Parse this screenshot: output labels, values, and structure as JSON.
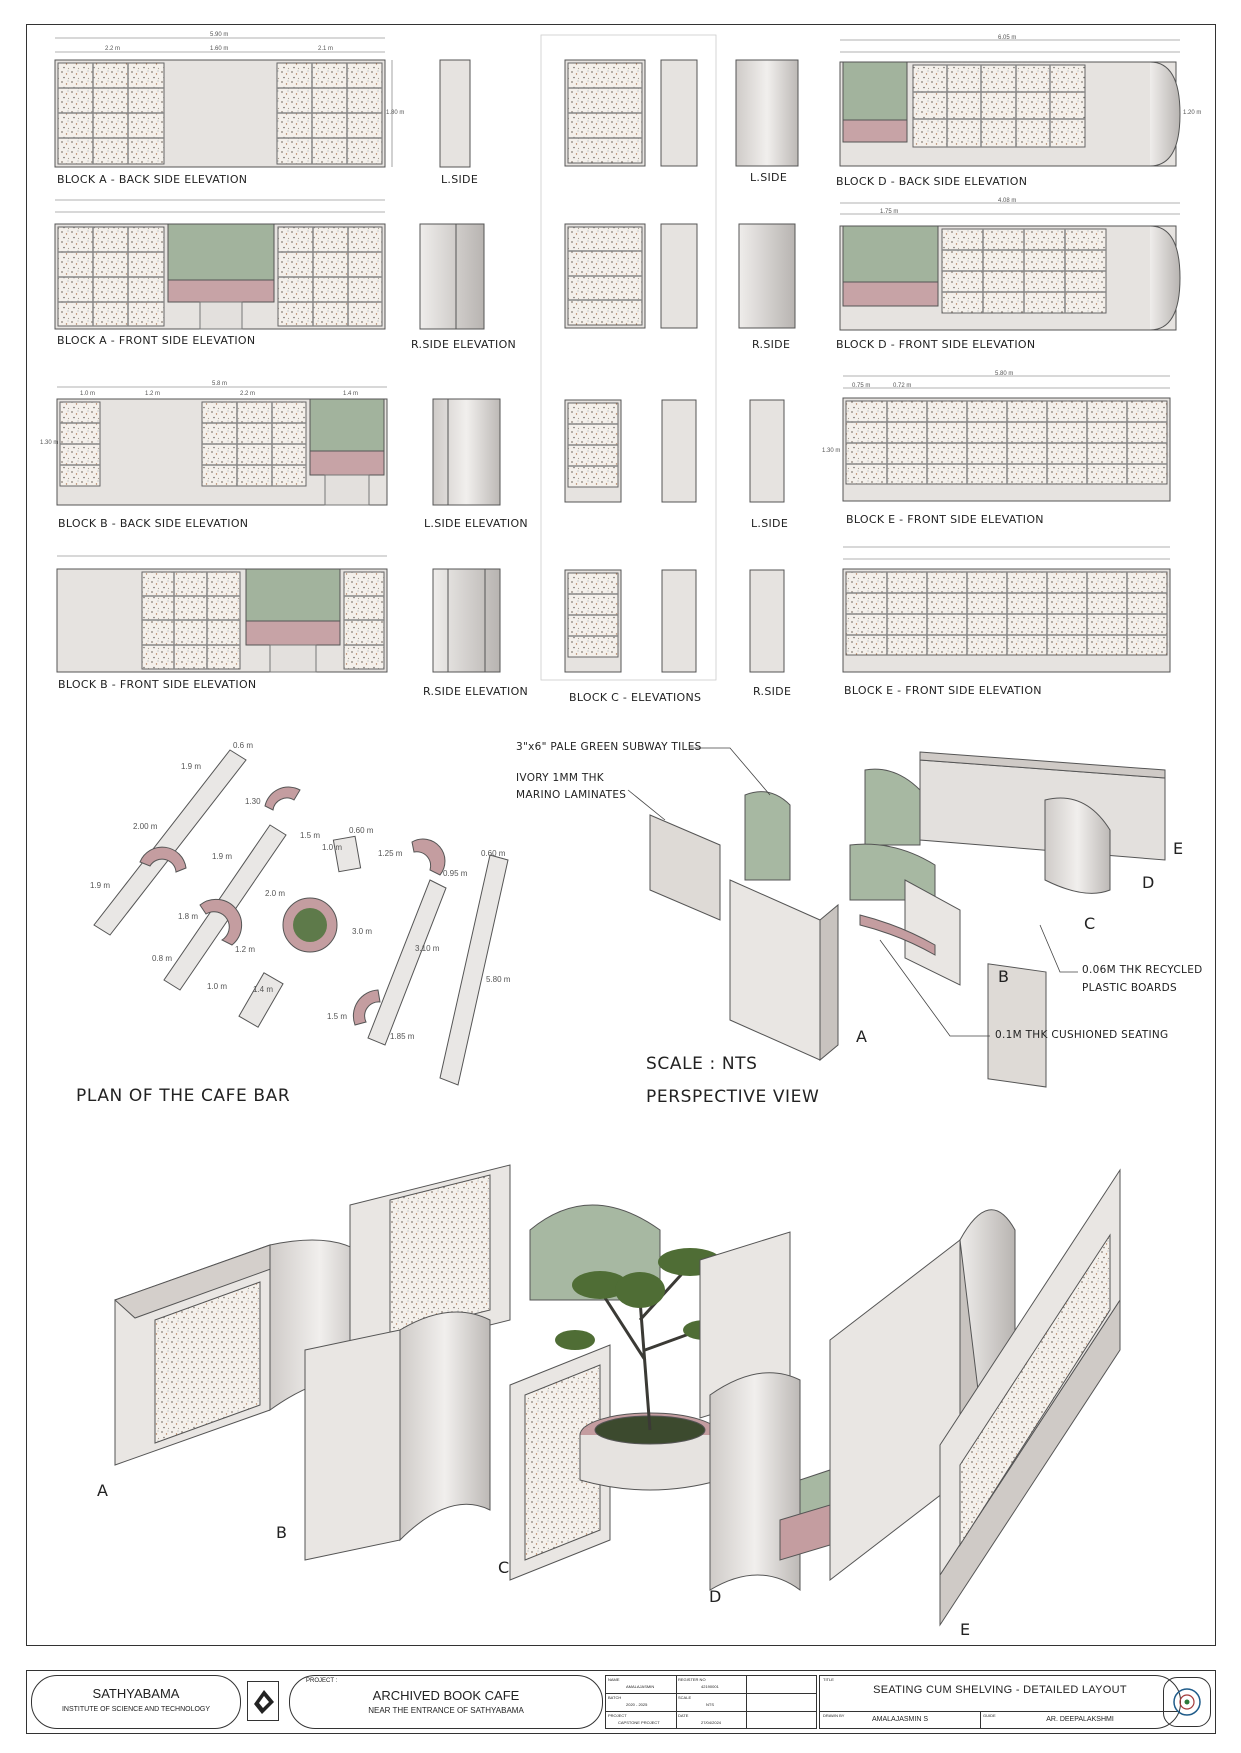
{
  "elevations": {
    "block_a_back": "BLOCK A - BACK SIDE ELEVATION",
    "block_a_front": "BLOCK A - FRONT SIDE ELEVATION",
    "block_b_back": "BLOCK B - BACK SIDE ELEVATION",
    "block_b_front": "BLOCK B - FRONT SIDE ELEVATION",
    "block_c": "BLOCK C - ELEVATIONS",
    "block_d_back": "BLOCK D - BACK SIDE ELEVATION",
    "block_d_front": "BLOCK D - FRONT SIDE ELEVATION",
    "block_e_front_1": "BLOCK E - FRONT SIDE ELEVATION",
    "block_e_front_2": "BLOCK E - FRONT SIDE ELEVATION",
    "l_side": "L.SIDE",
    "r_side": "R.SIDE",
    "l_side_elevation": "L.SIDE ELEVATION",
    "r_side_elevation": "R.SIDE ELEVATION"
  },
  "dimensions": {
    "a_total": "5.90 m",
    "a_w1": "2.2 m",
    "a_w2": "1.60 m",
    "a_w3": "2.1 m",
    "a_h": "1.80 m",
    "b_total": "5.8 m",
    "b_w1": "1.0 m",
    "b_w2": "1.2 m",
    "b_w3": "2.2 m",
    "b_w4": "1.4 m",
    "b_h": "1.30 m",
    "d_total": "6.05 m",
    "d_h": "1.20 m",
    "d_total2": "4.08 m",
    "d_w": "1.75 m",
    "e_total": "5.80 m",
    "e_bay": "0.72 m",
    "e_end": "0.75 m",
    "e_h": "1.30 m"
  },
  "plan": {
    "title": "PLAN OF THE CAFE BAR",
    "dims": [
      "0.6 m",
      "1.9 m",
      "2.00 m",
      "1.9 m",
      "1.30",
      "1.5 m",
      "1.9 m",
      "1.8 m",
      "0.8 m",
      "1.0 m",
      "2.0 m",
      "3.0 m",
      "1.2 m",
      "1.4 m",
      "0.60 m",
      "1.0 m",
      "1.25 m",
      "0.95 m",
      "3.10 m",
      "1.5 m",
      "1.85 m",
      "0.60 m",
      "5.80 m"
    ]
  },
  "perspective": {
    "title": "PERSPECTIVE VIEW",
    "scale": "SCALE : NTS",
    "notes": {
      "tiles": "3\"x6\" PALE GREEN SUBWAY TILES",
      "laminate_1": "IVORY 1MM THK",
      "laminate_2": "MARINO LAMINATES",
      "boards_1": "0.06M THK RECYCLED",
      "boards_2": "PLASTIC BOARDS",
      "seating": "0.1M THK CUSHIONED SEATING"
    },
    "keys": [
      "A",
      "B",
      "C",
      "D",
      "E"
    ]
  },
  "render_keys": [
    "A",
    "B",
    "C",
    "D",
    "E"
  ],
  "title_block": {
    "institute": "SATHYABAMA",
    "institute_sub": "INSTITUTE OF SCIENCE AND TECHNOLOGY",
    "project_label": "PROJECT :",
    "project": "ARCHIVED BOOK CAFE",
    "project_sub": "NEAR THE ENTRANCE OF SATHYABAMA",
    "sheet_title": "SEATING CUM SHELVING - DETAILED LAYOUT",
    "student": "AMALAJASMIN S",
    "guide": "AR. DEEPALAKSHMI",
    "small": {
      "name_lbl": "NAME",
      "name": "AMALAJASMIN",
      "reg_lbl": "REGISTER NO",
      "reg": "42190001",
      "batch_lbl": "BATCH",
      "batch": "2020 - 2025",
      "scale_lbl": "SCALE",
      "scale": "NTS",
      "project_lbl": "PROJECT",
      "project": "CAPSTONE PROJECT",
      "date_lbl": "DATE",
      "date": "27/04/2024",
      "title_lbl": "TITLE",
      "drawn_lbl": "DRAWN BY",
      "guide_lbl": "GUIDE"
    }
  },
  "colors": {
    "wall": "#e7e4e1",
    "wall_dark": "#bdb9b5",
    "green": "#9fb29a",
    "pink": "#c49da0",
    "terrazzo": "#f3efea",
    "line": "#444444"
  }
}
